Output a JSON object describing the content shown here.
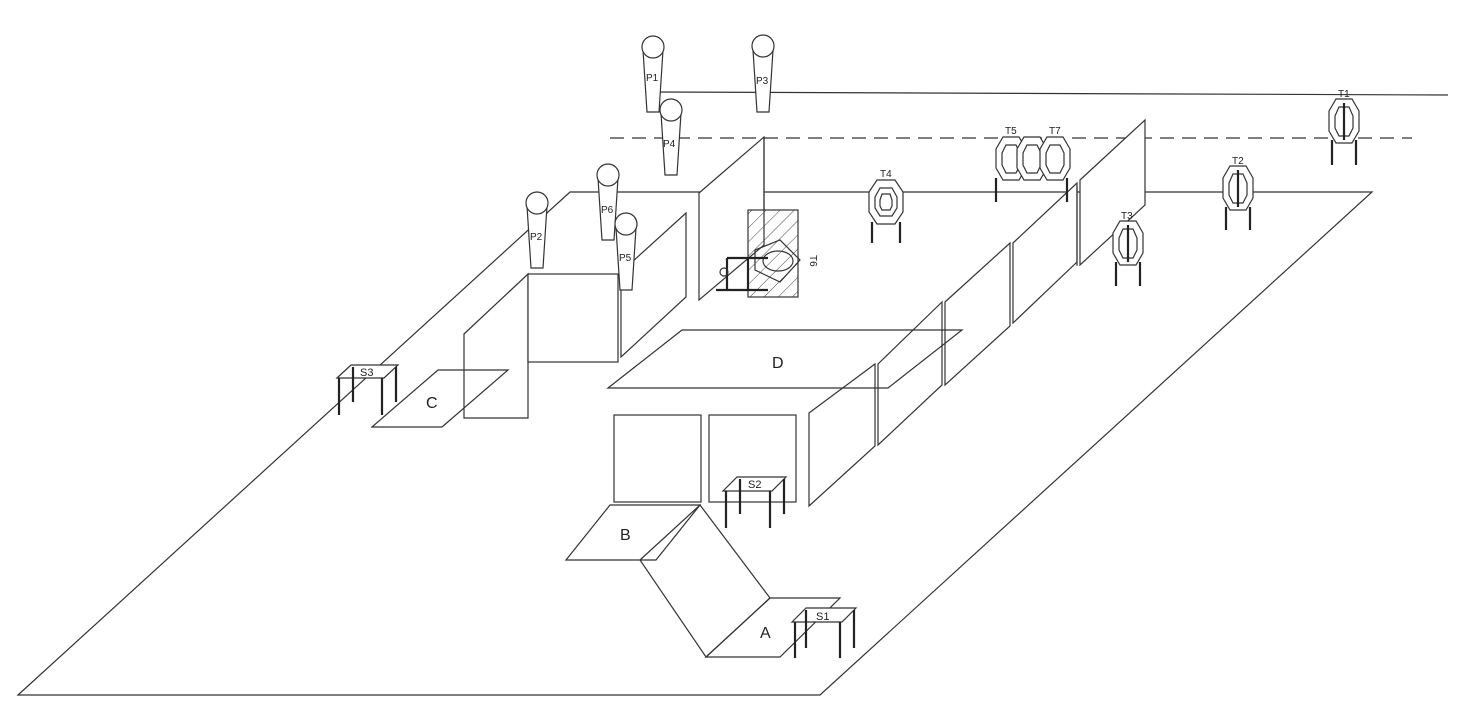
{
  "zones": {
    "a": "A",
    "b": "B",
    "c": "C",
    "d": "D"
  },
  "stations": {
    "s1": "S1",
    "s2": "S2",
    "s3": "S3"
  },
  "poppers": {
    "p1": "P1",
    "p2": "P2",
    "p3": "P3",
    "p4": "P4",
    "p5": "P5",
    "p6": "P6"
  },
  "targets": {
    "t1": "T1",
    "t2": "T2",
    "t3": "T3",
    "t4": "T4",
    "t5": "T5",
    "t6": "T6",
    "t7": "T7"
  }
}
